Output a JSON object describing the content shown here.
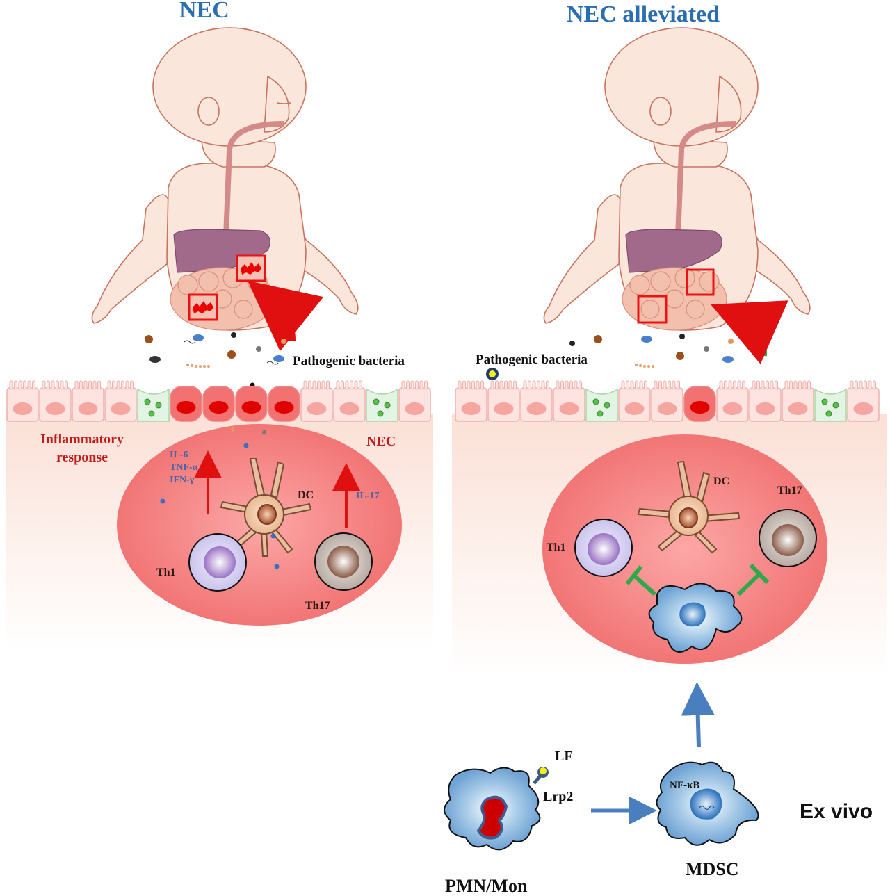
{
  "panels": {
    "left": {
      "title": "NEC",
      "bacteria_label": "Pathogenic bacteria",
      "inflammatory_label_line1": "Inflammatory",
      "inflammatory_label_line2": "response",
      "nec_label": "NEC",
      "cytokines_th1": [
        "IL-6",
        "TNF-α",
        "IFN-γ"
      ],
      "cytokine_th17": "IL-17",
      "cells": {
        "dc": "DC",
        "th1": "Th1",
        "th17": "Th17"
      }
    },
    "right": {
      "title": "NEC alleviated",
      "bacteria_label": "Pathogenic bacteria",
      "cells": {
        "dc": "DC",
        "th1": "Th1",
        "th17": "Th17"
      }
    }
  },
  "ex_vivo": {
    "label": "Ex vivo",
    "source_cell": "PMN/Mon",
    "ligand": "LF",
    "receptor": "Lrp2",
    "target_cell": "MDSC",
    "pathway": "NF-κB"
  },
  "colors": {
    "title_blue": "#2a6db0",
    "inflammation_red": "#c41a1a",
    "cytokine_blue": "#4a63a8",
    "suppression_green": "#2fa84a",
    "arrow_blue": "#4a7fbf",
    "lamina_pink": "#f89898"
  }
}
